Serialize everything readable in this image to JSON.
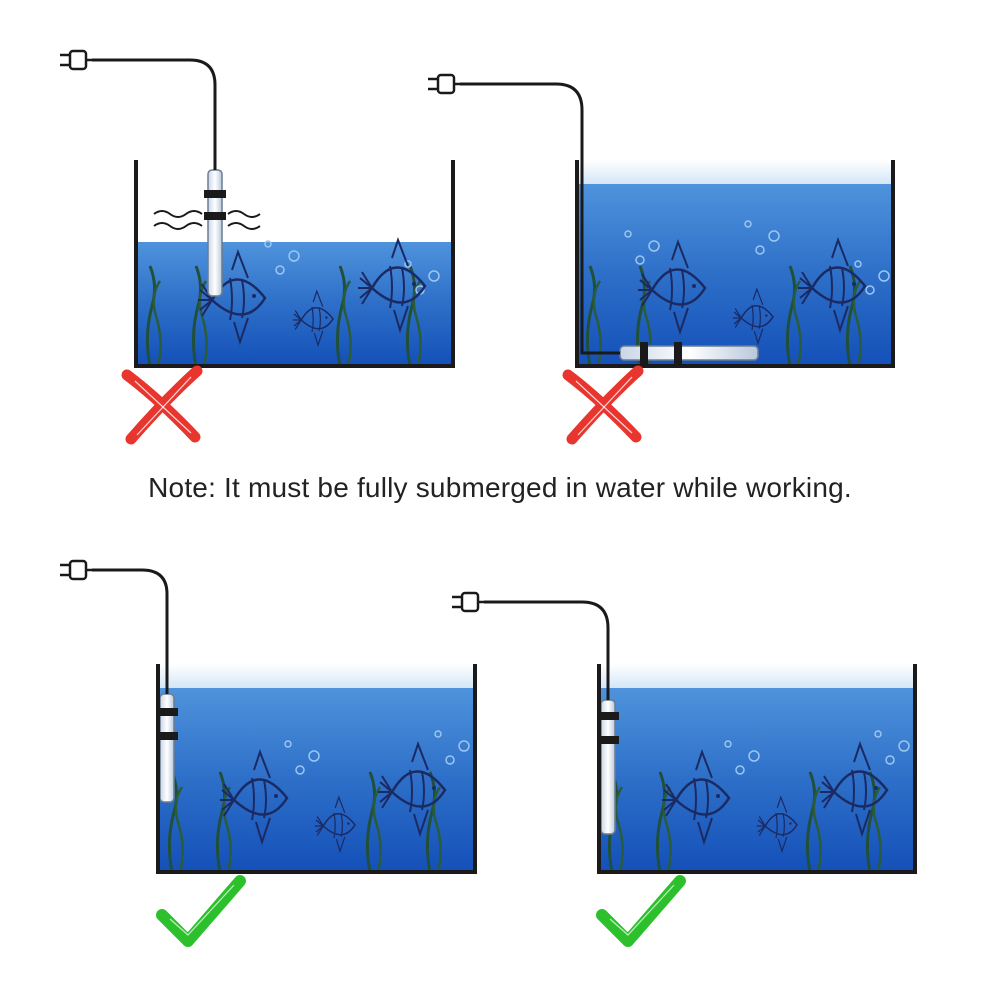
{
  "note": {
    "text": "Note: It must be fully submerged in water while working."
  },
  "colors": {
    "water_deep": "#1450b8",
    "water_light": "#4f93dc",
    "wrong_mark": "#e8352e",
    "correct_mark": "#2cc12c",
    "outline": "#1a1a1a"
  },
  "panels": [
    {
      "id": "top-left",
      "verdict": "wrong",
      "icon": "x-mark-icon",
      "description_icon": "heater-partly-submerged-icon"
    },
    {
      "id": "top-right",
      "verdict": "wrong",
      "icon": "x-mark-icon",
      "description_icon": "heater-horizontal-icon"
    },
    {
      "id": "bottom-left",
      "verdict": "correct",
      "icon": "check-mark-icon",
      "description_icon": "heater-submerged-icon"
    },
    {
      "id": "bottom-right",
      "verdict": "correct",
      "icon": "check-mark-icon",
      "description_icon": "heater-submerged-icon"
    }
  ]
}
